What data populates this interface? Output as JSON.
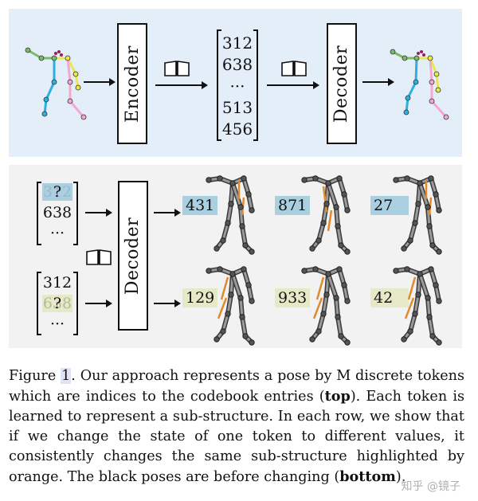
{
  "top": {
    "encoder_label": "Encoder",
    "decoder_label": "Decoder",
    "tokens": [
      "312",
      "638",
      "···",
      "513",
      "456"
    ]
  },
  "bottom": {
    "decoder_label": "Decoder",
    "row1_tokens": [
      "312",
      "638",
      "···"
    ],
    "row2_tokens": [
      "312",
      "638",
      "···"
    ],
    "question_mark": "?",
    "row1_values": [
      "431",
      "871",
      "27"
    ],
    "row2_values": [
      "129",
      "933",
      "42"
    ]
  },
  "caption": {
    "figure_word": "Figure",
    "figure_number": "1",
    "text_1": ".  Our approach represents a pose by M discrete tokens which are indices to the codebook entries (",
    "bold_1": "top",
    "text_2": ").  Each token is learned to represent a sub-structure. In each row, we show that if we change the state of one token to different values, it consistently changes the same sub-structure highlighted by orange. The black poses are before changing (",
    "bold_2": "bottom",
    "text_3": ")."
  },
  "watermark": "知乎 @镜子",
  "icons": [
    "book-icon",
    "arrow-icon",
    "skeleton-figure"
  ],
  "colors": {
    "top_panel": "#e3eef8",
    "bottom_panel": "#f2f2f2",
    "orange": "#e08a2c",
    "blue_highlight": "#a9cfe0",
    "green_highlight": "#e6e9c8"
  }
}
